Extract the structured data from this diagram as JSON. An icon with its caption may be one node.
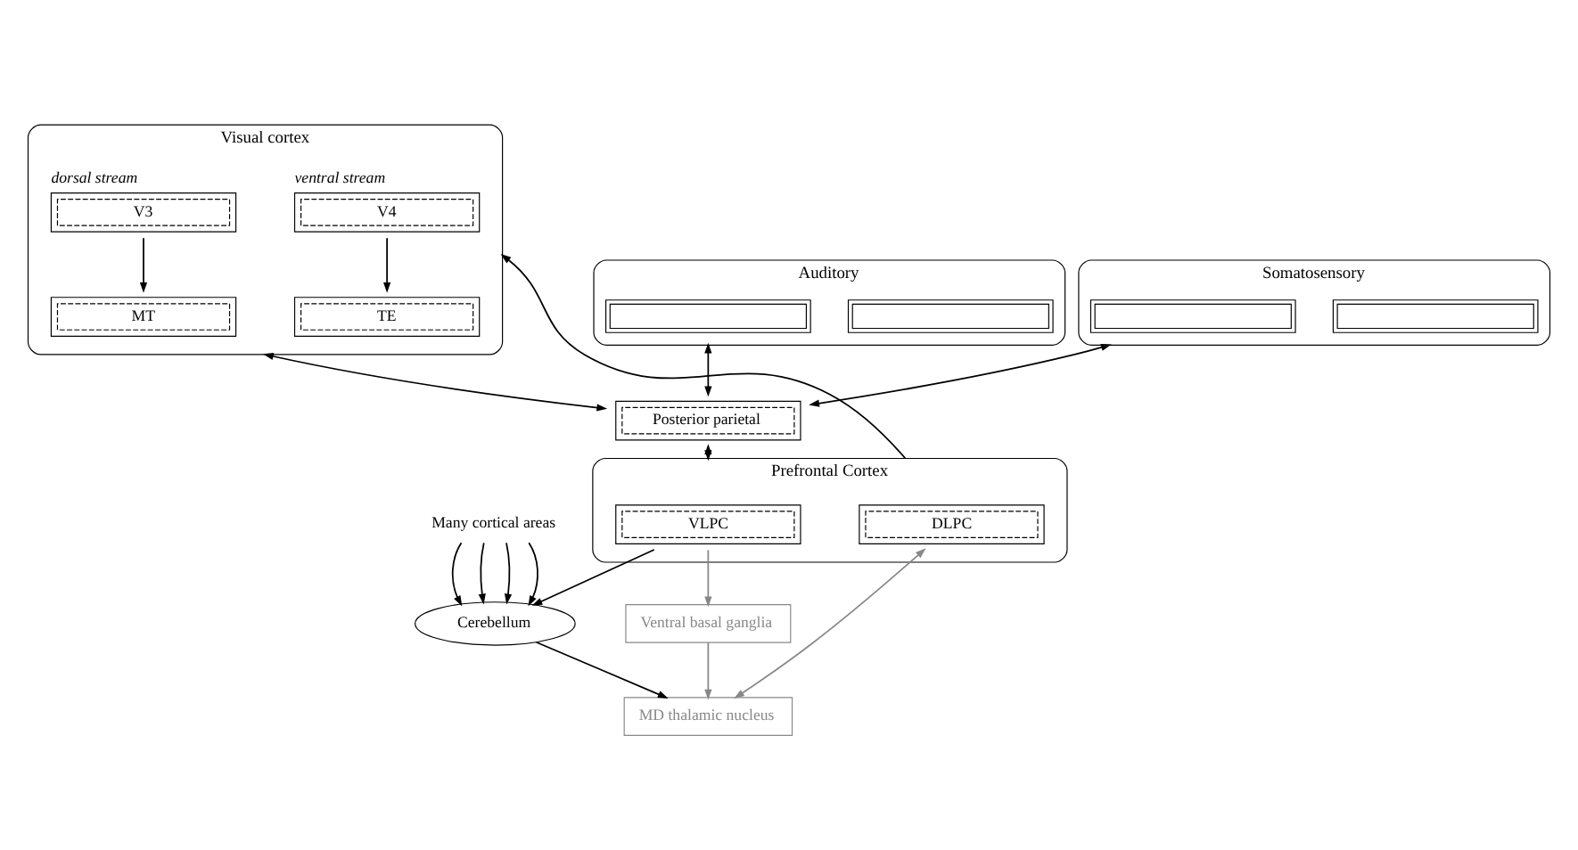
{
  "diagram": {
    "nodes": [
      {
        "text": [
          "Visual cortex"
        ]
      },
      {
        "text": [
          "V4"
        ],
        "in": 0,
        "beside": [
          "ventral stream"
        ]
      },
      {
        "text": [
          "V3"
        ],
        "in": 0,
        "beside": [
          "dorsal stream"
        ]
      },
      {
        "text": [
          "TE"
        ],
        "in": 0
      },
      {
        "text": [
          "MT"
        ],
        "in": 0
      },
      {
        "text": [
          "Auditory"
        ]
      },
      {
        "text": [],
        "shape": "bar",
        "in": 5
      },
      {
        "text": [],
        "shape": "bar",
        "in": 5
      },
      {
        "text": [
          "Somatosensory"
        ]
      },
      {
        "text": [],
        "shape": "bar",
        "in": 8
      },
      {
        "text": [],
        "shape": "bar",
        "in": 8
      },
      {
        "text": [
          "Posterior parietal"
        ]
      },
      {
        "text": [
          "Many cortical areas"
        ]
      },
      {
        "text": [
          "Prefrontal Cortex"
        ]
      },
      {
        "text": [
          "VLPC"
        ],
        "in": 13
      },
      {
        "text": [
          "DLPC"
        ],
        "in": 13
      },
      {
        "text": [
          "Cerebellum"
        ]
      },
      {
        "text": [
          "Ventral basal ganglia"
        ]
      },
      {
        "text": [
          "MD thalamic nucleus"
        ]
      }
    ],
    "edges": [
      {
        "from": 1,
        "to": 3,
        "arrow": "to"
      },
      {
        "from": 2,
        "to": 4,
        "arrow": "to"
      },
      {
        "from": 13,
        "to": 0,
        "arrow": "to"
      },
      {
        "from": 0,
        "to": 11,
        "arrow": "both"
      },
      {
        "from": 5,
        "to": 11,
        "arrow": "both"
      },
      {
        "from": 8,
        "to": 11,
        "arrow": "both"
      },
      {
        "from": 11,
        "to": 13,
        "arrow": "both"
      },
      {
        "from": 12,
        "to": 16,
        "arrow": "to"
      },
      {
        "from": 12,
        "to": 16,
        "arrow": "to"
      },
      {
        "from": 12,
        "to": 16,
        "arrow": "to"
      },
      {
        "from": 12,
        "to": 16,
        "arrow": "to"
      },
      {
        "from": 14,
        "to": 16,
        "arrow": "to"
      },
      {
        "from": 14,
        "to": 17,
        "arrow": "to",
        "color": "#888888"
      },
      {
        "from": 17,
        "to": 18,
        "arrow": "to",
        "color": "#888888"
      },
      {
        "from": 15,
        "to": 18,
        "arrow": "both",
        "color": "#888888"
      },
      {
        "from": 16,
        "to": 18,
        "arrow": "to"
      }
    ]
  }
}
